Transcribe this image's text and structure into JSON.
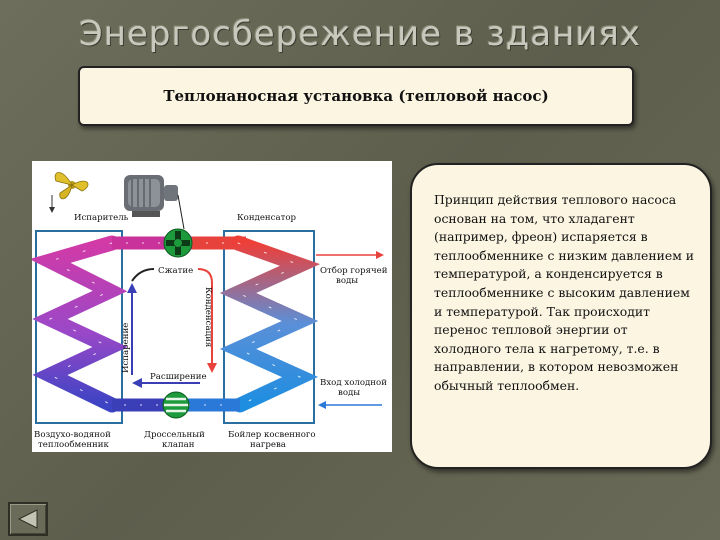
{
  "slide": {
    "title": "Энергосбережение в зданиях",
    "subtitle": "Теплонаносная установка (тепловой насос)",
    "info_text": "Принцип действия теплового насоса основан на том, что хладагент (например, фреон) испаряется в теплообменнике с низким давлением и температурой, а конденсируется в теплообменнике  с высоким давлением и температурой. Так происходит перенос тепловой энергии от холодного тела к нагретому, т.е. в  направлении, в котором невозможен обычный теплообмен."
  },
  "diagram": {
    "evaporator": "Испаритель",
    "condenser": "Конденсатор",
    "compression": "Сжатие",
    "evaporation": "Испарение",
    "condensation": "Конденсация",
    "expansion": "Расширение",
    "hot_out_1": "Отбор горячей",
    "hot_out_2": "воды",
    "cold_in_1": "Вход холодной",
    "cold_in_2": "воды",
    "exchanger_1": "Воздухо-водяной",
    "exchanger_2": "теплообменник",
    "valve_1": "Дроссельный",
    "valve_2": "клапан",
    "boiler_1": "Бойлер косвенного",
    "boiler_2": "нагрева",
    "colors": {
      "hot": "#e8423c",
      "warm": "#c8329a",
      "cold": "#2a79d8",
      "deep": "#3a3fb8",
      "frame": "#2b6fa0",
      "green": "#1c9a3c"
    }
  },
  "nav": {
    "icon": "back-triangle-icon"
  }
}
